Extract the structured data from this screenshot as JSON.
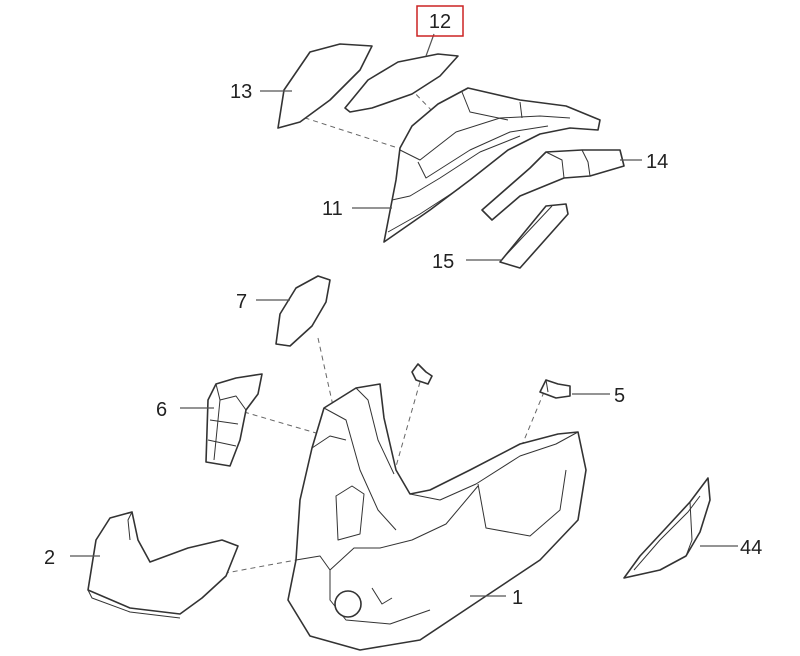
{
  "diagram": {
    "callouts": {
      "p1": "1",
      "p2": "2",
      "p5": "5",
      "p6": "6",
      "p7": "7",
      "p11": "11",
      "p12": "12",
      "p13": "13",
      "p14": "14",
      "p15": "15",
      "p44": "44"
    },
    "highlighted_callout": "12",
    "colors": {
      "highlight": "#cc2222",
      "line": "#333333",
      "mesh": "#2b2b2b"
    }
  }
}
